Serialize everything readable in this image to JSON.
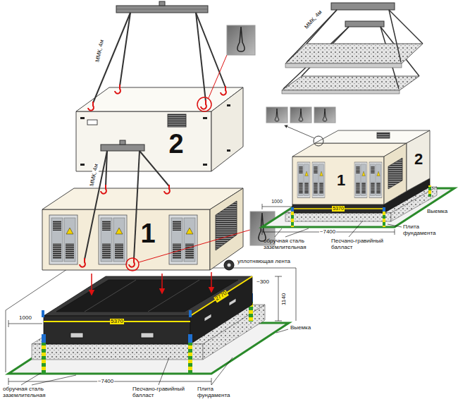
{
  "diagram": {
    "labels": [
      "ММК, 4м",
      "2",
      "ММК, 4м",
      "1",
      "уплотняющая лента",
      "~300",
      "1140",
      "2770",
      "5370",
      "1000",
      "Выемка",
      "Плита фундамента",
      "Песчано-гравийный балласт",
      "~7400",
      "обручная сталь заземлительная",
      "ММК, 4м",
      "1",
      "2",
      "1000",
      "5370",
      "Выемка",
      "Плита фундамента",
      "Песчано-гравийный балласт",
      "~7400",
      "обручная сталь заземлительная"
    ]
  }
}
